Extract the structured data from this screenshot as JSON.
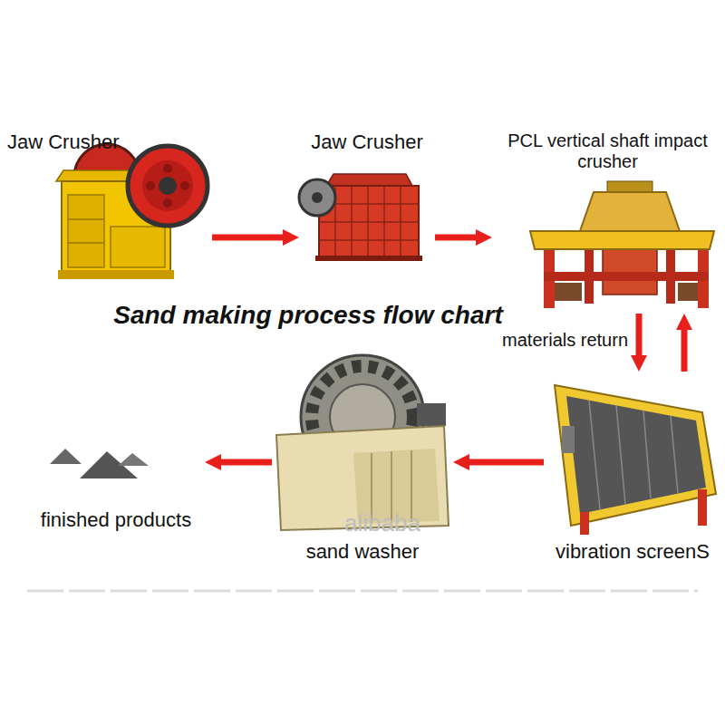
{
  "diagram": {
    "title": "Sand making process flow chart",
    "nodes": [
      {
        "text": [
          "Jaw Crusher"
        ]
      },
      {
        "text": [
          "Jaw Crusher"
        ]
      },
      {
        "text": [
          "PCL vertical shaft impact crusher"
        ]
      },
      {
        "text": [
          "vibration screenS"
        ]
      },
      {
        "text": [
          "sand washer"
        ]
      },
      {
        "text": [
          "finished products"
        ]
      }
    ],
    "edges": [
      {
        "from": 0,
        "to": 1,
        "arrow": "to"
      },
      {
        "from": 1,
        "to": 2,
        "arrow": "to"
      },
      {
        "from": 2,
        "to": 3,
        "arrow": "to"
      },
      {
        "from": 3,
        "to": 2,
        "arrow": "to",
        "label": "materials return"
      },
      {
        "from": 3,
        "to": 4,
        "arrow": "to"
      },
      {
        "from": 4,
        "to": 5,
        "arrow": "to"
      }
    ],
    "labels": [
      "alibaba"
    ]
  }
}
